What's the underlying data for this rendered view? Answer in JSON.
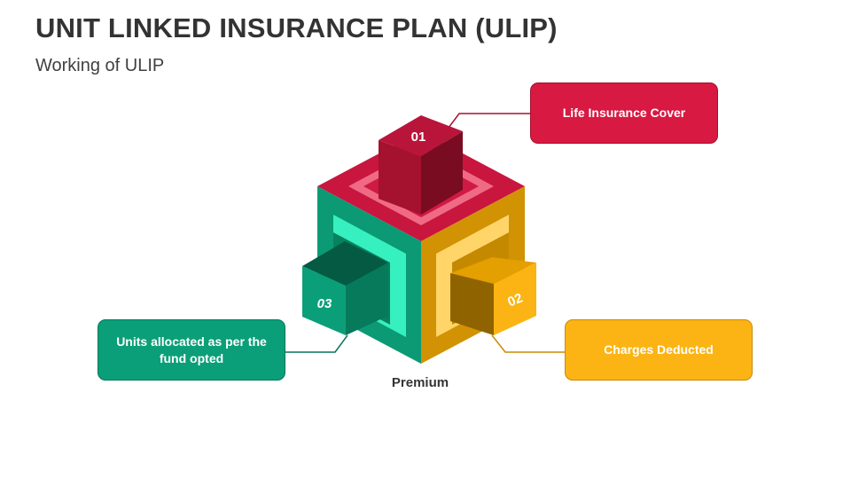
{
  "header": {
    "title": "UNIT LINKED INSURANCE PLAN (ULIP)",
    "subtitle": "Working of ULIP"
  },
  "diagram": {
    "center_label": "Premium",
    "steps": [
      {
        "number": "01",
        "label": "Life Insurance Cover",
        "color": "#d81942"
      },
      {
        "number": "02",
        "label": "Charges Deducted",
        "color": "#fbb413"
      },
      {
        "number": "03",
        "label": "Units allocated as per the fund opted",
        "color": "#0a9f78"
      }
    ]
  }
}
